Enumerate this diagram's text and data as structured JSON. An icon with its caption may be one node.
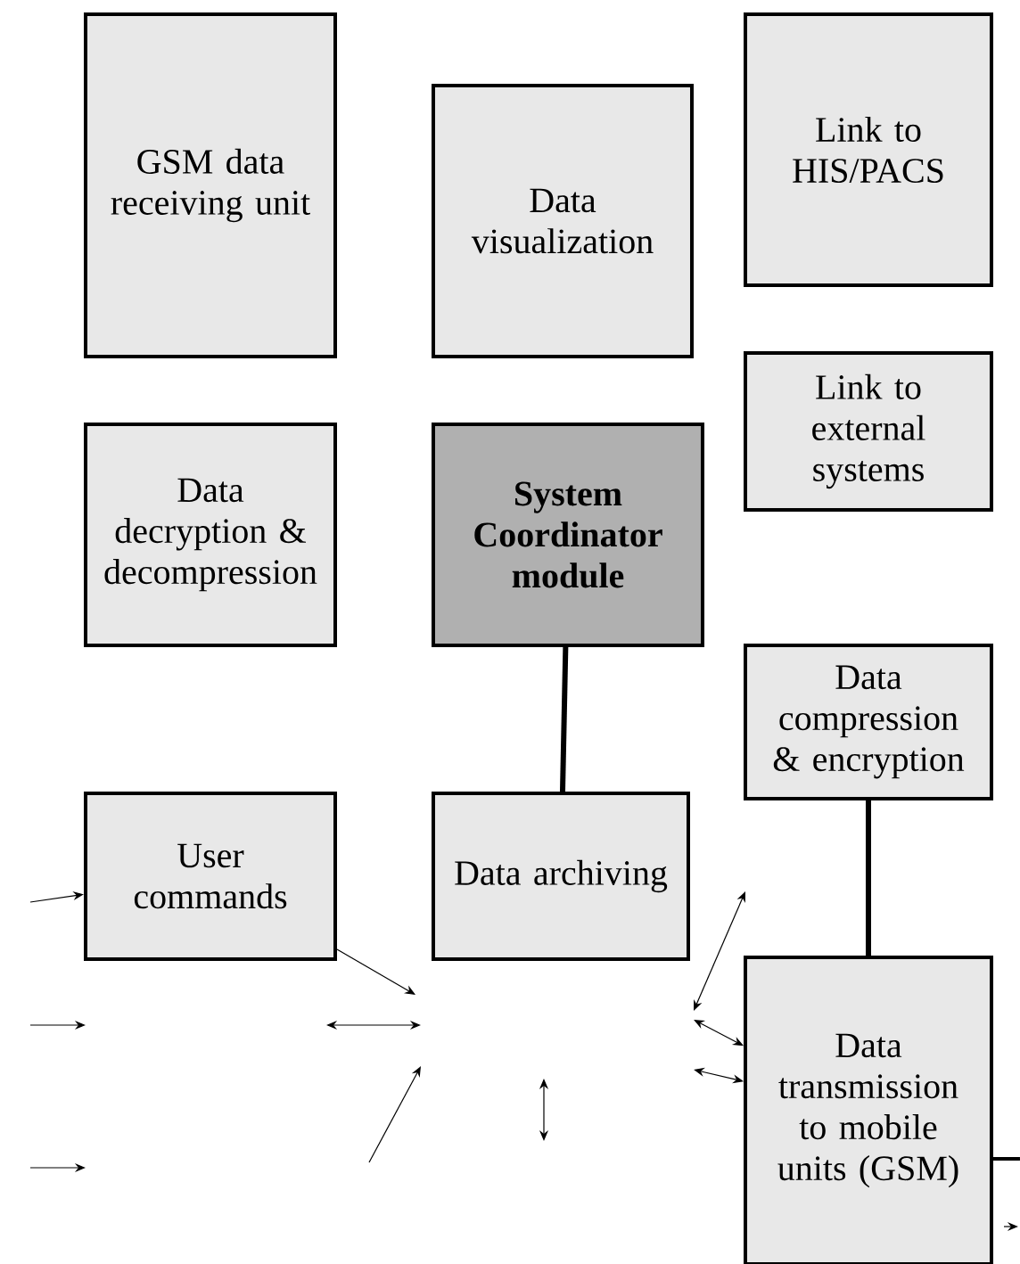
{
  "diagram": {
    "nodes": [
      {
        "text": [
          "GSM data receiving unit"
        ]
      },
      {
        "text": [
          "Data visualization"
        ]
      },
      {
        "text": [
          "Link to HIS/PACS"
        ]
      },
      {
        "text": [
          "Link to external systems"
        ]
      },
      {
        "text": [
          "Data decryption & decompression"
        ]
      },
      {
        "text": [
          "System Coordinator module"
        ]
      },
      {
        "text": [
          "Data compression & encryption"
        ]
      },
      {
        "text": [
          "User commands"
        ]
      },
      {
        "text": [
          "Data archiving"
        ]
      },
      {
        "text": [
          "Data transmission to mobile units (GSM)"
        ]
      }
    ],
    "edges": [
      {
        "from": 5,
        "to": 8,
        "arrow": "none",
        "style": "thick"
      },
      {
        "from": 6,
        "to": 9,
        "arrow": "none",
        "style": "thick"
      },
      {
        "from": null,
        "to": 7,
        "arrow": "to"
      },
      {
        "from": 7,
        "to": null,
        "arrow": "to"
      },
      {
        "from": 9,
        "to": null,
        "arrow": "both"
      },
      {
        "from": 9,
        "to": null,
        "arrow": "both"
      }
    ]
  }
}
